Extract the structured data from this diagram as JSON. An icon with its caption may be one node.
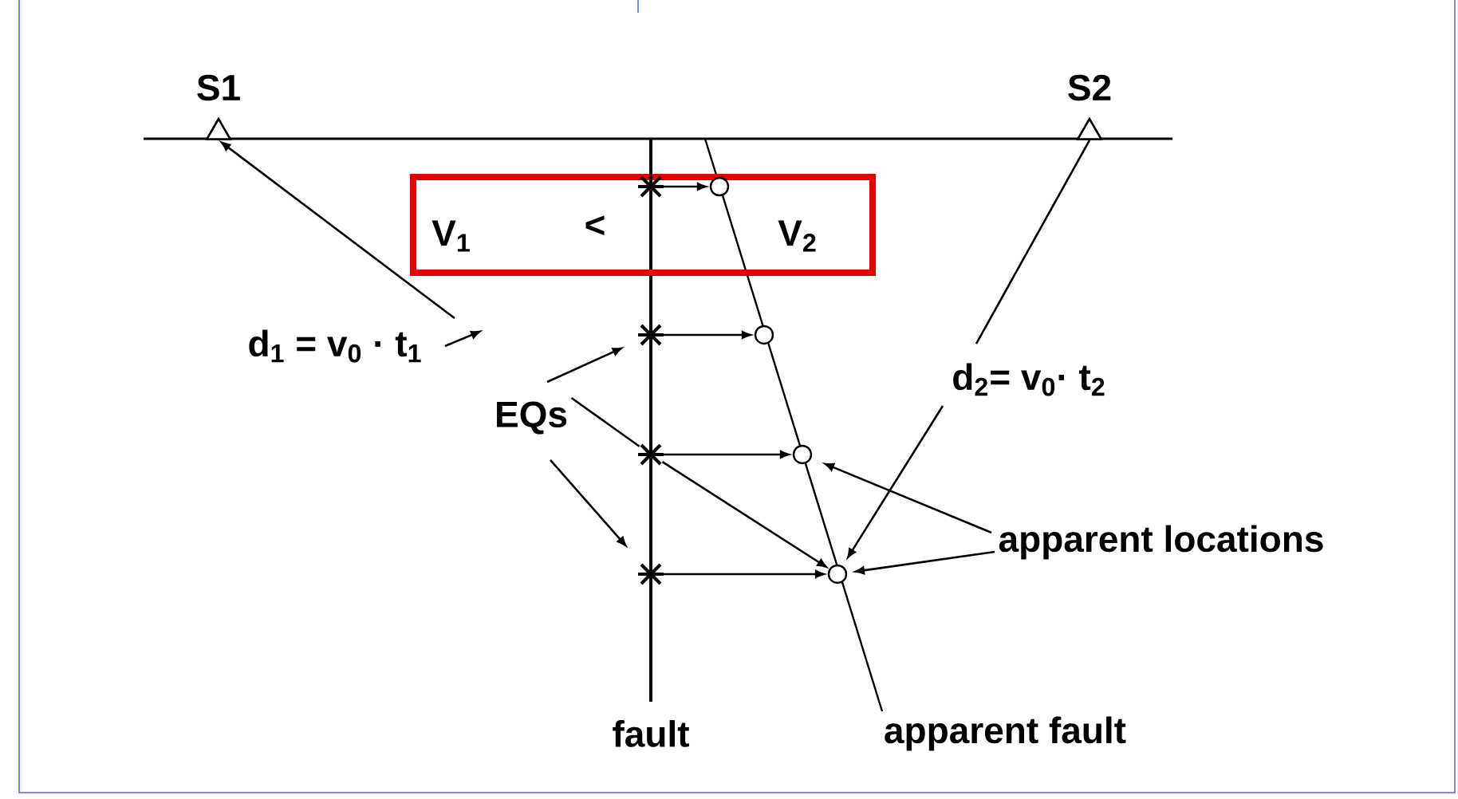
{
  "diagram": {
    "nodes": [
      {
        "text": [
          "S1"
        ]
      },
      {
        "text": [
          "S2"
        ]
      },
      {
        "text": [
          "V$_{1}$",
          "<",
          "V$_{2}$"
        ]
      },
      {
        "text": [
          "d$_{1}$ = v$_{0}$ · t$_{1}$"
        ]
      },
      {
        "text": [
          "d$_{2}$= v$_{0}$· t$_{2}$"
        ]
      },
      {
        "text": [
          "EQs"
        ]
      },
      {
        "text": [],
        "shape": "star",
        "in": 2
      },
      {
        "text": [],
        "shape": "star"
      },
      {
        "text": [],
        "shape": "star"
      },
      {
        "text": [],
        "shape": "star"
      },
      {
        "text": [],
        "shape": "circle",
        "in": 2
      },
      {
        "text": [],
        "shape": "circle"
      },
      {
        "text": [],
        "shape": "circle"
      },
      {
        "text": [],
        "shape": "circle"
      },
      {
        "text": [
          "apparent locations"
        ]
      }
    ],
    "edges": [
      {
        "from": 6,
        "to": 10,
        "arrow": "to"
      },
      {
        "from": 7,
        "to": 11,
        "arrow": "to"
      },
      {
        "from": 8,
        "to": 12,
        "arrow": "to"
      },
      {
        "from": 9,
        "to": 13,
        "arrow": "to"
      },
      {
        "from": 8,
        "to": 13,
        "arrow": "to"
      },
      {
        "from": 3,
        "to": 0,
        "arrow": "to"
      },
      {
        "from": 3,
        "to": null,
        "arrow": "to"
      },
      {
        "from": 4,
        "to": 1,
        "arrow": "none"
      },
      {
        "from": 4,
        "to": 13,
        "arrow": "to"
      },
      {
        "from": 5,
        "to": 7,
        "arrow": "to"
      },
      {
        "from": 5,
        "to": 8,
        "arrow": "none"
      },
      {
        "from": 5,
        "to": 9,
        "arrow": "to"
      },
      {
        "from": 14,
        "to": 12,
        "arrow": "to"
      },
      {
        "from": 14,
        "to": 13,
        "arrow": "to"
      }
    ],
    "labels": [
      "fault",
      "apparent fault"
    ]
  }
}
